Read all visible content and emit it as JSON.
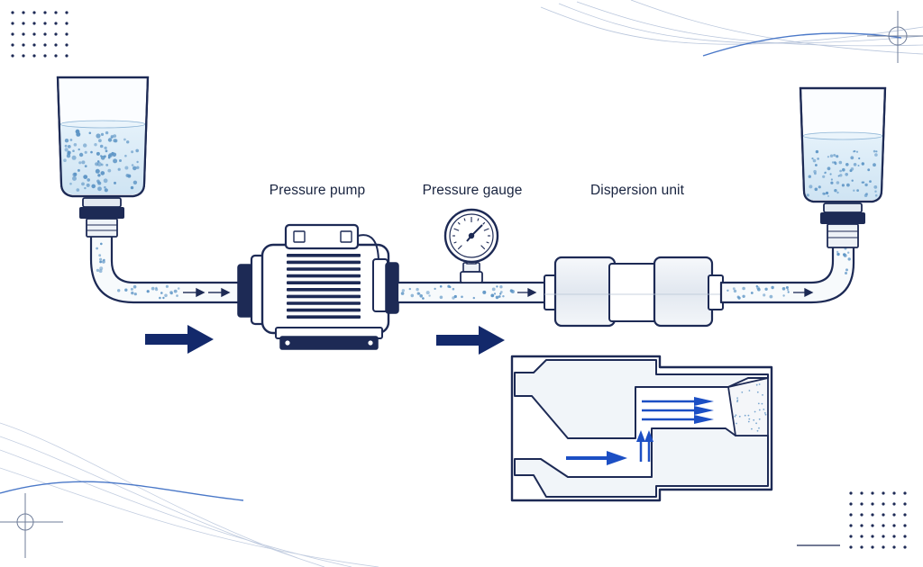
{
  "labels": {
    "pressure_pump": "Pressure pump",
    "pressure_gauge": "Pressure gauge",
    "dispersion_unit": "Dispersion unit"
  },
  "components": [
    "source-tank-icon",
    "inlet-pipe",
    "pressure-pump-icon",
    "pressure-gauge-icon",
    "dispersion-unit-icon",
    "outlet-pipe",
    "receiving-tank-icon",
    "dispersion-cross-section-detail"
  ],
  "colors": {
    "outline": "#1d2a55",
    "flow_arrow": "#13296b",
    "liquid": "#d9ebf7",
    "bubble": "#5f96c6",
    "jet_arrow": "#1c4fc4",
    "pipe_fill": "#f7fafc"
  }
}
